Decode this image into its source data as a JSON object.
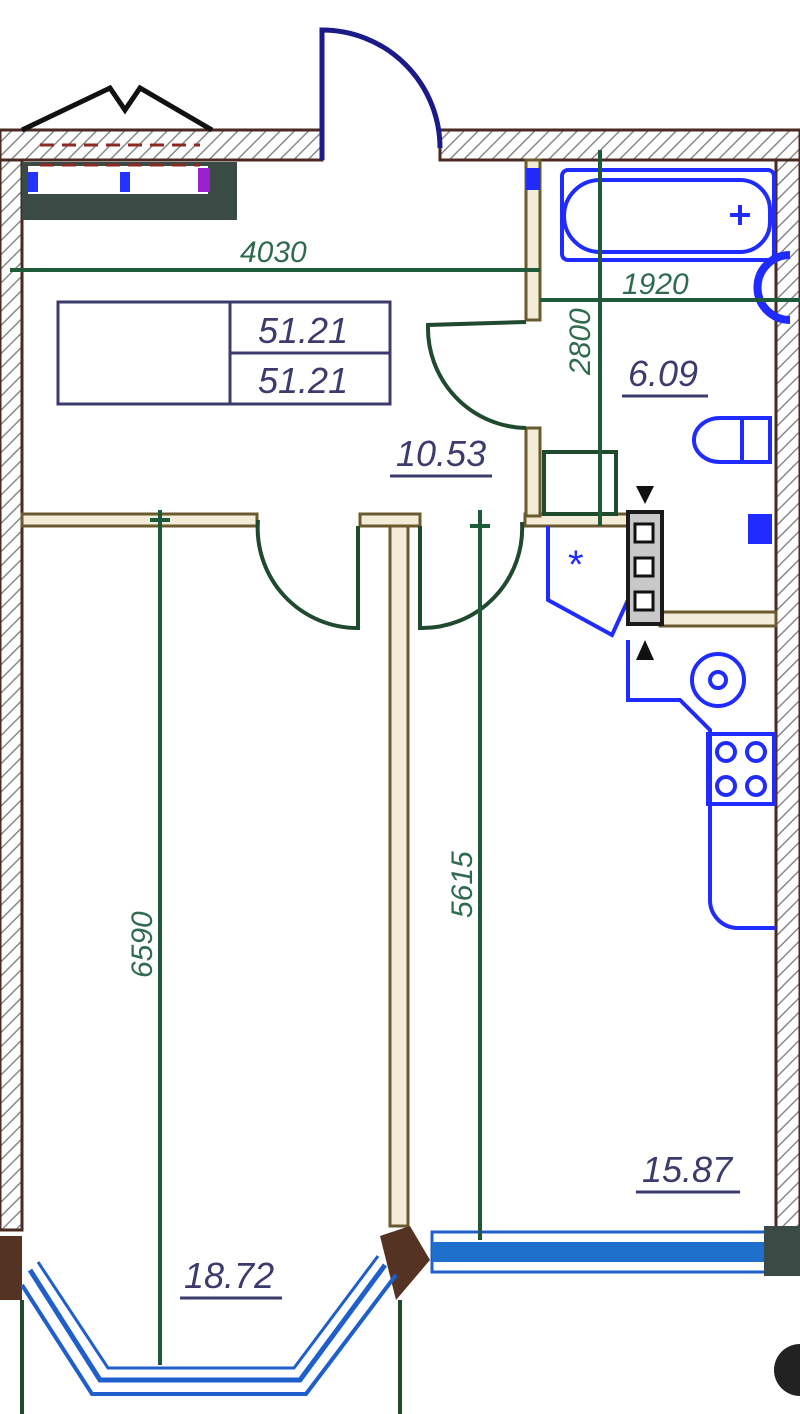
{
  "dimensions": {
    "hall_width": "4030",
    "bath_width": "1920",
    "bath_length": "2800",
    "room_left_length": "6590",
    "room_right_length": "5615"
  },
  "totals": {
    "total_area": "51.21",
    "living_area": "51.21"
  },
  "rooms": {
    "hall": "10.53",
    "bathroom": "6.09",
    "kitchen_room": "15.87",
    "bedroom": "18.72"
  },
  "colors": {
    "dimension": "#1f5a3a",
    "fixtures": "#1f2bff",
    "wall": "#4a2a22"
  }
}
